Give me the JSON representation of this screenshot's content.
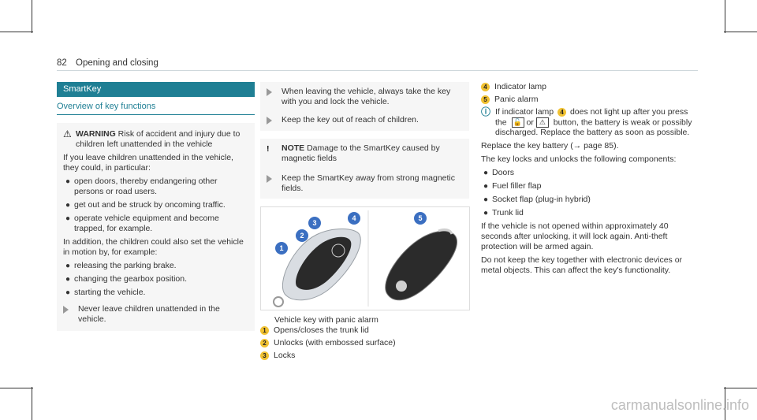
{
  "page": {
    "number": "82",
    "header_title": "Opening and closing",
    "footer": "carmanualsonline.info"
  },
  "left_col": {
    "section_title": "SmartKey",
    "subtitle": "Overview of key functions",
    "warning_label": "WARNING",
    "warning_text": "Risk of accident and injury due to children left unattended in the vehicle",
    "para1": "If you leave children unattended in the vehicle, they could, in particular:",
    "list1": [
      "open doors, thereby endangering other persons or road users.",
      "get out and be struck by oncoming traffic.",
      "operate vehicle equipment and become trapped, for example."
    ],
    "para2": "In addition, the children could also set the vehicle in motion by, for example:",
    "list2": [
      "releasing the parking brake.",
      "changing the gearbox position.",
      "starting the vehicle."
    ],
    "action": "Never leave children unattended in the vehicle."
  },
  "mid_col": {
    "action1": "When leaving the vehicle, always take the key with you and lock the vehicle.",
    "action2": "Keep the key out of reach of children.",
    "note_label": "NOTE",
    "note_text": "Damage to the SmartKey caused by magnetic fields",
    "action3": "Keep the SmartKey away from strong magnetic fields.",
    "figure": {
      "callouts": [
        "1",
        "2",
        "3",
        "4",
        "5"
      ],
      "caption": "Vehicle key with panic alarm",
      "items": [
        {
          "num": "1",
          "text": "Opens/closes the trunk lid"
        },
        {
          "num": "2",
          "text": "Unlocks (with embossed surface)"
        },
        {
          "num": "3",
          "text": "Locks"
        }
      ]
    }
  },
  "right_col": {
    "items": [
      {
        "num": "4",
        "text": "Indicator lamp"
      },
      {
        "num": "5",
        "text": "Panic alarm"
      }
    ],
    "info_pre": "If indicator lamp",
    "info_num": "4",
    "info_mid": "does not light up after you press the",
    "info_or": "or",
    "info_post": "button, the battery is weak or possibly discharged. Replace the battery as soon as possible.",
    "replace": "Replace the key battery (→ page 85).",
    "locks_para": "The key locks and unlocks the following components:",
    "components": [
      "Doors",
      "Fuel filler flap",
      "Socket flap (plug-in hybrid)",
      "Trunk lid"
    ],
    "para_auto": "If the vehicle is not opened within approximately 40 seconds after unlocking, it will lock again. Anti-theft protection will be armed again.",
    "para_keep": "Do not keep the key together with electronic devices or metal objects. This can affect the key's functionality."
  },
  "colors": {
    "accent": "#1f7f94",
    "badge": "#f1c232",
    "callout": "#3b6fc1"
  }
}
